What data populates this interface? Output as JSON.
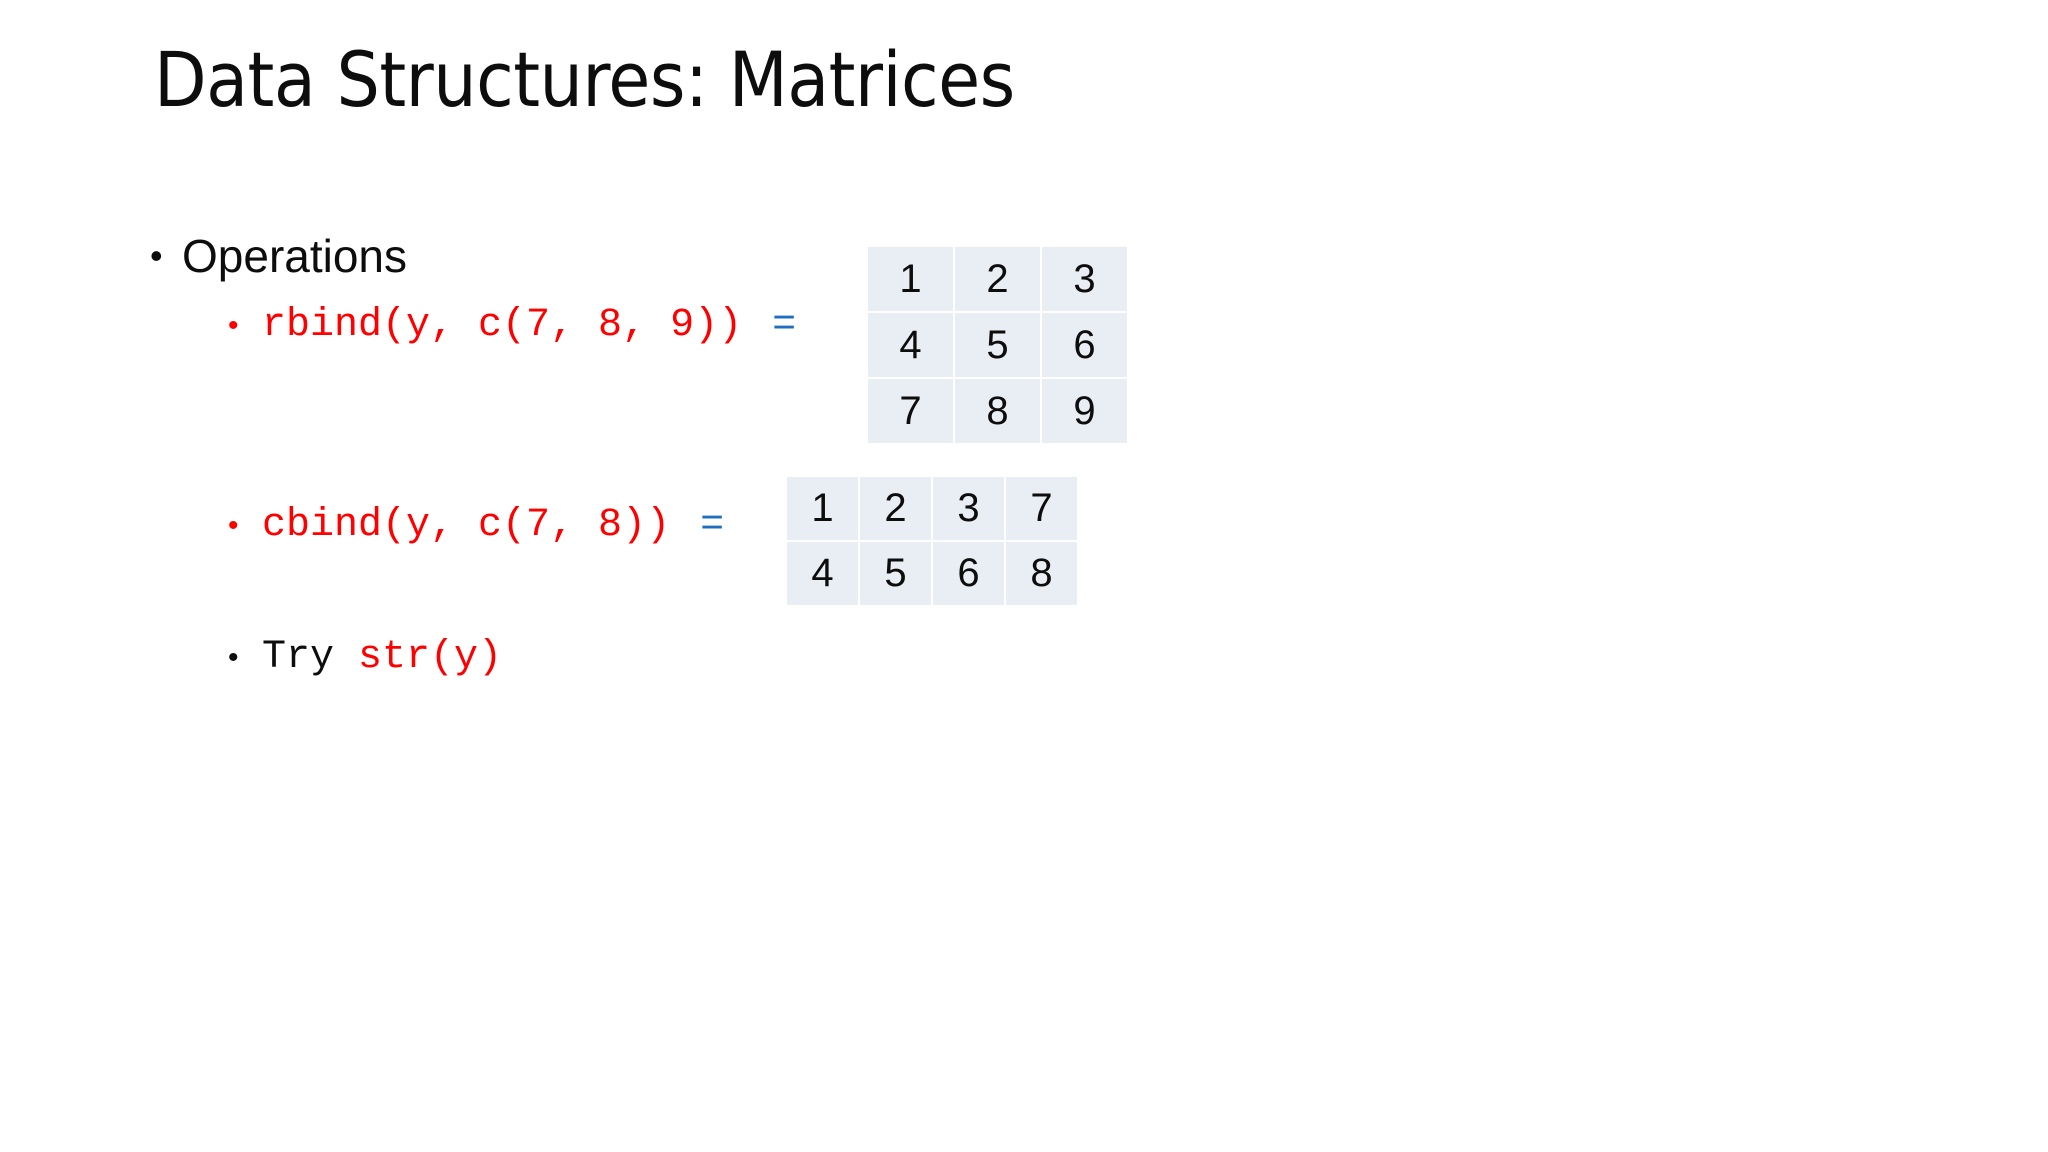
{
  "slide": {
    "title": "Data Structures: Matrices",
    "background_color": "#FFFFFF",
    "text_color": "#0D0D0D",
    "code_color": "#FF0000",
    "equals_color": "#1F6FC0",
    "matrix_cell_color": "#E9EDF4"
  },
  "content": {
    "level1": {
      "bullet_glyph": "•",
      "label": "Operations"
    },
    "items": [
      {
        "bullet_glyph": "•",
        "bullet_color": "red",
        "code": "rbind(y, c(7, 8, 9))",
        "equals": "="
      },
      {
        "bullet_glyph": "•",
        "bullet_color": "red",
        "code": "cbind(y, c(7, 8))",
        "equals": "="
      },
      {
        "bullet_glyph": "•",
        "bullet_color": "black",
        "prefix": "Try",
        "code": "str(y)"
      }
    ]
  },
  "matrices": {
    "rbind_result": {
      "rows": 3,
      "cols": 3,
      "cells": [
        [
          "1",
          "2",
          "3"
        ],
        [
          "4",
          "5",
          "6"
        ],
        [
          "7",
          "8",
          "9"
        ]
      ]
    },
    "cbind_result": {
      "rows": 2,
      "cols": 4,
      "cells": [
        [
          "1",
          "2",
          "3",
          "7"
        ],
        [
          "4",
          "5",
          "6",
          "8"
        ]
      ]
    }
  }
}
